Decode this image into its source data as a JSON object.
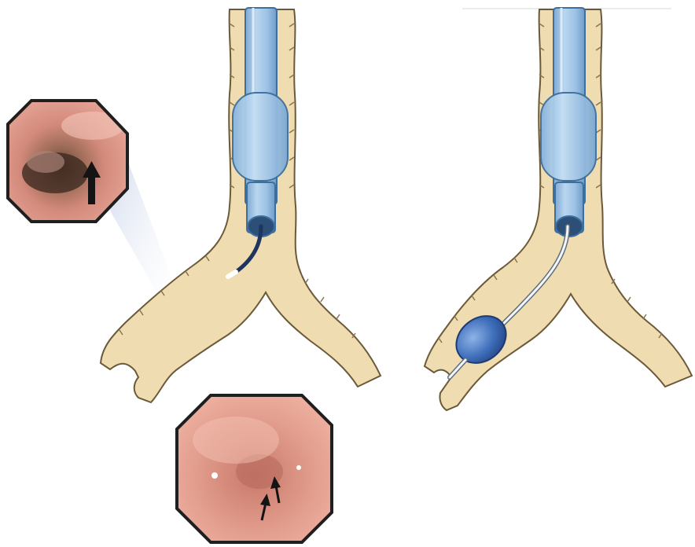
{
  "figure": {
    "panels": [
      {
        "id": "left",
        "structures": [
          "trachea",
          "left-main-bronchus",
          "right-main-bronchus",
          "endotracheal-tube",
          "tube-cuff",
          "guide-wire"
        ]
      },
      {
        "id": "right",
        "structures": [
          "trachea",
          "left-main-bronchus",
          "right-main-bronchus",
          "endotracheal-tube",
          "tube-cuff",
          "catheter",
          "bronchial-blocker-balloon"
        ]
      }
    ],
    "insets": [
      {
        "id": "upper-left",
        "arrow_count": 1
      },
      {
        "id": "bottom",
        "arrow_count": 2
      }
    ]
  },
  "colors": {
    "airway_fill": "#efdcb0",
    "airway_stroke": "#6b5a3a",
    "tube_fill": "#a9cbe8",
    "tube_stroke": "#3d6f9c",
    "cuff_fill": "#9dc4e6",
    "blocker_balloon": "#3f6fbb",
    "mucosa": "#d98a7c",
    "inset_border": "#1f1f1f",
    "arrow": "#141414"
  },
  "icons": {
    "inset_arrow": "arrow-up-icon"
  }
}
